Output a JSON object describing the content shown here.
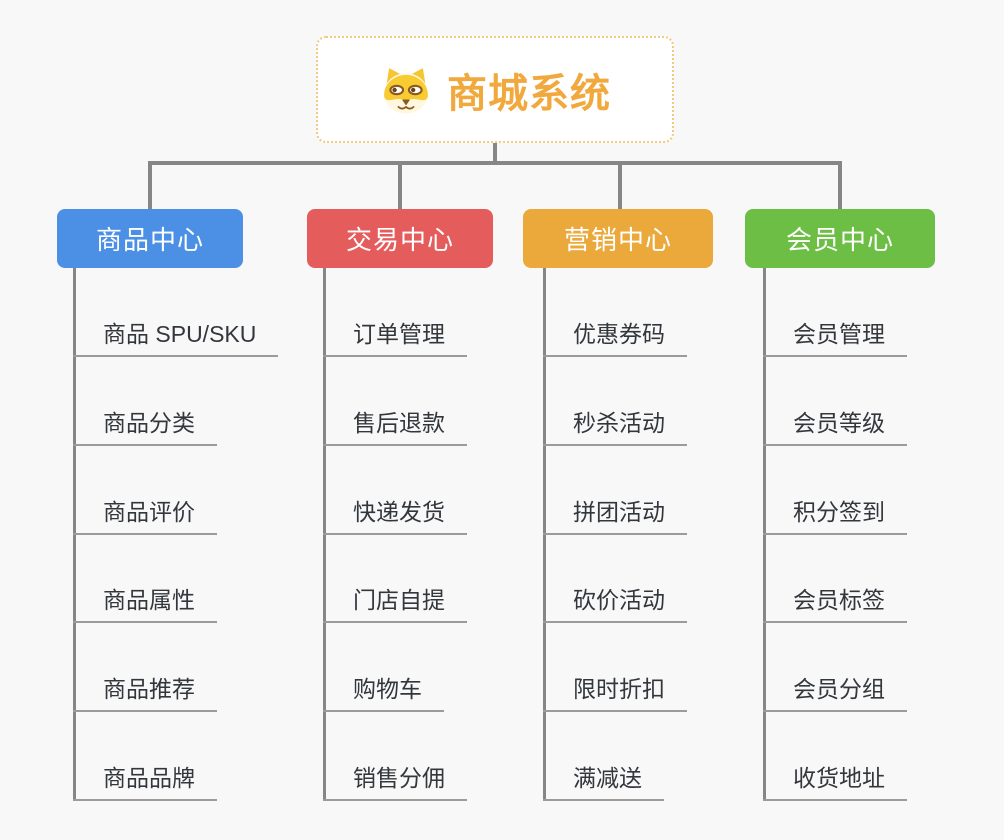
{
  "root": {
    "title": "商城系统",
    "icon": "dog-face-icon"
  },
  "colors": {
    "background": "#f8f8f8",
    "connector": "#868686",
    "underline": "#9b9b9b",
    "child_text": "#33373c",
    "root_text": "#f1a93e",
    "root_border": "#f3c87f",
    "branch_text": "#ffffff"
  },
  "branches": [
    {
      "label": "商品中心",
      "color": "#4b90e5",
      "items": [
        "商品 SPU/SKU",
        "商品分类",
        "商品评价",
        "商品属性",
        "商品推荐",
        "商品品牌"
      ]
    },
    {
      "label": "交易中心",
      "color": "#e45c5c",
      "items": [
        "订单管理",
        "售后退款",
        "快递发货",
        "门店自提",
        "购物车",
        "销售分佣"
      ]
    },
    {
      "label": "营销中心",
      "color": "#eba93b",
      "items": [
        "优惠券码",
        "秒杀活动",
        "拼团活动",
        "砍价活动",
        "限时折扣",
        "满减送"
      ]
    },
    {
      "label": "会员中心",
      "color": "#6dbe45",
      "items": [
        "会员管理",
        "会员等级",
        "积分签到",
        "会员标签",
        "会员分组",
        "收货地址"
      ]
    }
  ]
}
